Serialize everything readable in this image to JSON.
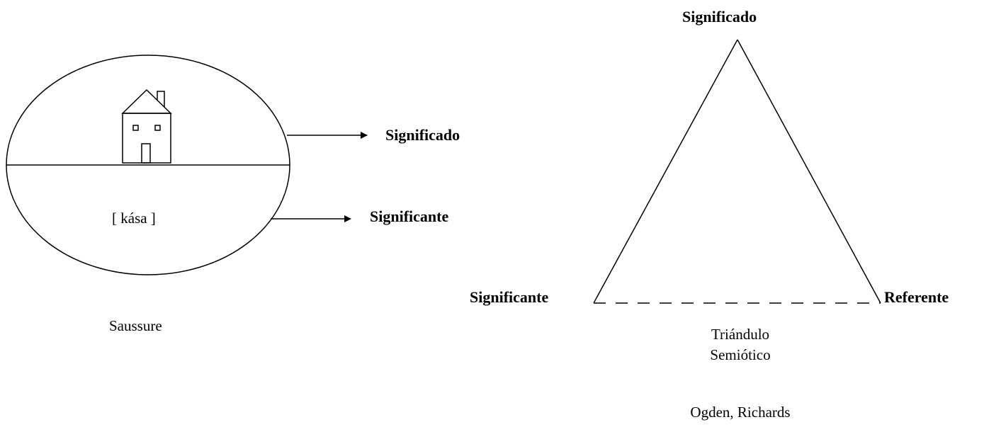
{
  "saussure": {
    "signified_label": "Significado",
    "signifier_label": "Significante",
    "phonetic_text": "[ kása ]",
    "caption": "Saussure"
  },
  "triangle": {
    "top_label": "Significado",
    "left_label": "Significante",
    "right_label": "Referente",
    "caption_line1": "Triándulo",
    "caption_line2": "Semiótico",
    "authors": "Ogden, Richards"
  },
  "icons": {
    "house": "house-icon"
  },
  "colors": {
    "stroke": "#000000",
    "background": "#ffffff"
  }
}
